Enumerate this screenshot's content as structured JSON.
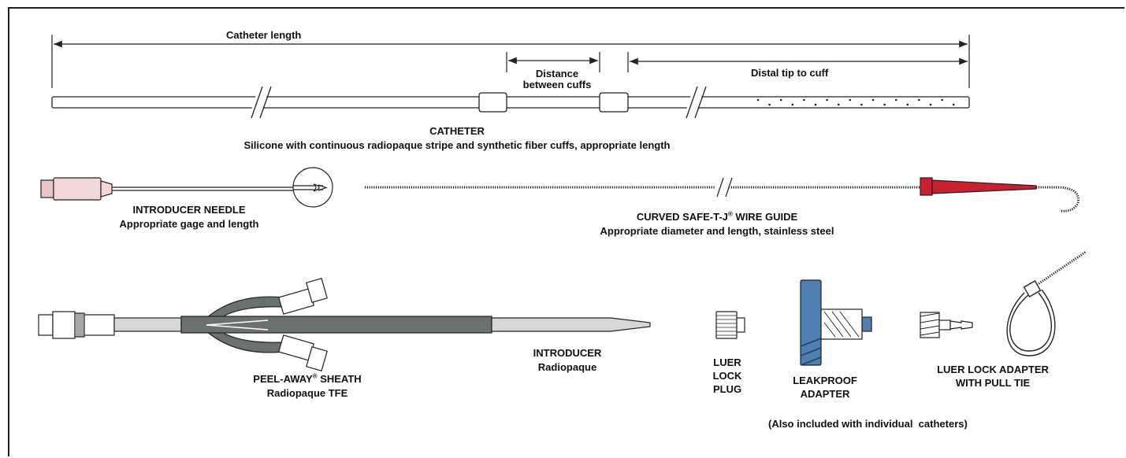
{
  "dimensions": {
    "catheter_length": "Catheter length",
    "distance_between_cuffs_line1": "Distance",
    "distance_between_cuffs_line2": "between cuffs",
    "distal_tip_to_cuff": "Distal tip to cuff"
  },
  "catheter": {
    "title": "CATHETER",
    "description": "Silicone with continuous radiopaque stripe and synthetic fiber cuffs, appropriate length"
  },
  "introducer_needle": {
    "title": "INTRODUCER NEEDLE",
    "description": "Appropriate gage and length"
  },
  "wire_guide": {
    "title_prefix": "CURVED SAFE-T-J",
    "title_mark": "®",
    "title_suffix": " WIRE GUIDE",
    "description": "Appropriate diameter and length, stainless steel"
  },
  "sheath": {
    "title_prefix": "PEEL-AWAY",
    "title_mark": "®",
    "title_suffix": " SHEATH",
    "description": "Radiopaque TFE"
  },
  "introducer": {
    "title": "INTRODUCER",
    "description": "Radiopaque"
  },
  "luer_lock_plug": {
    "line1": "LUER",
    "line2": "LOCK",
    "line3": "PLUG"
  },
  "leakproof_adapter": {
    "line1": "LEAKPROOF",
    "line2": "ADAPTER"
  },
  "luer_lock_adapter": {
    "line1": "LUER LOCK ADAPTER",
    "line2": "WITH PULL TIE"
  },
  "footnote": "(Also included with individual  catheters)",
  "colors": {
    "needle_hub": "#f3d7d9",
    "wire_handle": "#c8202f",
    "sheath_dark": "#6b716e",
    "sheath_light": "#d6d8d6",
    "leakproof_blue": "#4f7fb0",
    "stroke": "#222222"
  }
}
